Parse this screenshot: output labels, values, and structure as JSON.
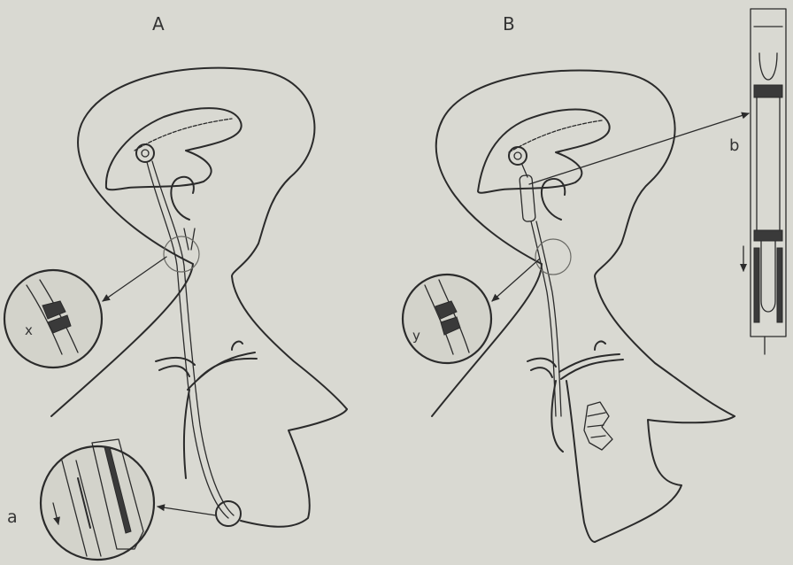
{
  "panels": {
    "a": {
      "title": "A",
      "x_label": "x",
      "a_label": "a"
    },
    "b": {
      "title": "B",
      "y_label": "y",
      "b_label": "b"
    }
  },
  "colors": {
    "paper": "#d9d9d2",
    "ink": "#2b2b2b"
  }
}
